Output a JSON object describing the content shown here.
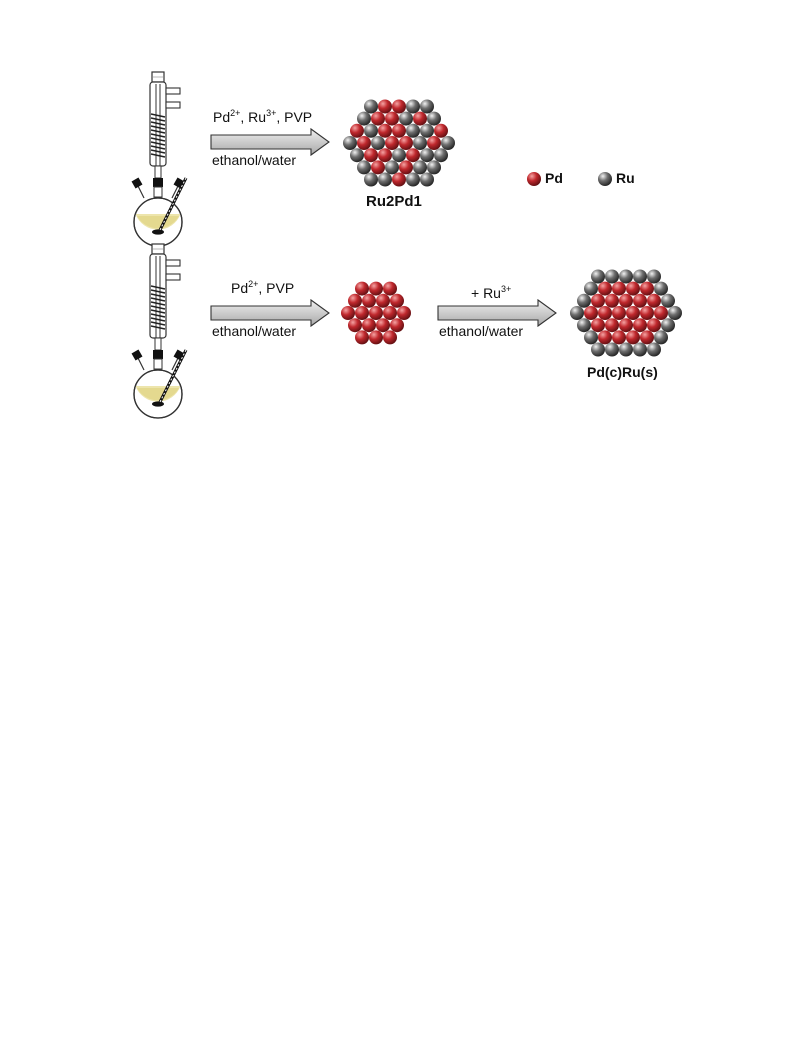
{
  "scheme": {
    "row1": {
      "reagents": {
        "a": "Pd",
        "a_sup": "2+",
        "b": ", Ru",
        "b_sup": "3+",
        "c": ", PVP"
      },
      "solvent": "ethanol/water",
      "product_label": "Ru2Pd1"
    },
    "row2": {
      "step1": {
        "reagents": {
          "a": "Pd",
          "a_sup": "2+",
          "b": ", PVP"
        },
        "solvent": "ethanol/water"
      },
      "step2": {
        "reagents": {
          "a": "+ Ru",
          "a_sup": "3+"
        },
        "solvent": "ethanol/water"
      },
      "product_label": "Pd(c)Ru(s)"
    },
    "legend": {
      "pd": {
        "label": "Pd",
        "color": "#c0282d"
      },
      "ru": {
        "label": "Ru",
        "color": "#6e6e6e"
      }
    }
  }
}
